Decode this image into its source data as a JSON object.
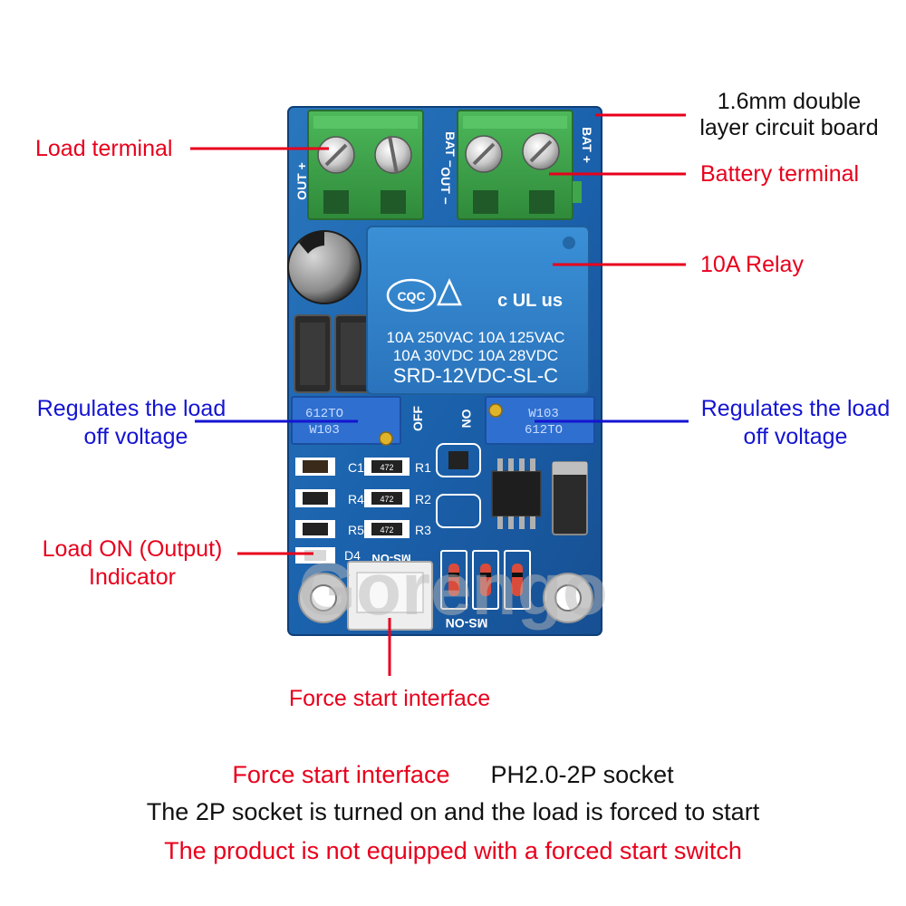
{
  "callouts": {
    "load_terminal": "Load terminal",
    "board_line1": "1.6mm double",
    "board_line2": "layer circuit board",
    "battery_terminal": "Battery terminal",
    "relay": "10A Relay",
    "reg_left_line1": "Regulates the load",
    "reg_left_line2": "off voltage",
    "reg_right_line1": "Regulates the load",
    "reg_right_line2": "off voltage",
    "load_on_line1": "Load ON (Output)",
    "load_on_line2": "Indicator",
    "force_start": "Force start interface"
  },
  "board": {
    "out_plus": "OUT +",
    "out_minus": "OUT −",
    "bat_minus": "BAT −",
    "bat_plus": "BAT +",
    "relay_cert_cqc": "CQC",
    "relay_cert_ul": "c UL us",
    "relay_line1": "10A 250VAC  10A 125VAC",
    "relay_line2": "10A  30VDC  10A  28VDC",
    "relay_model": "SRD-12VDC-SL-C",
    "pot_left_a": "612TO",
    "pot_left_b": "W103",
    "pot_right_a": "W103",
    "pot_right_b": "612TO",
    "off": "OFF",
    "on": "ON",
    "r1": "R1",
    "r2": "R2",
    "r3": "R3",
    "r4": "R4",
    "r5": "R5",
    "c1": "C1",
    "d4": "D4",
    "res_code": "472",
    "ms_on_top": "MS-ON",
    "ms_on_bottom": "MS-ON",
    "watermark": "Gorengo"
  },
  "footer": {
    "line1_red": "Force start interface",
    "line1_black": "PH2.0-2P socket",
    "line2": "The 2P socket is turned on and the load is forced to start",
    "line3": "The product is not equipped with a forced start switch"
  },
  "colors": {
    "annotation_red": "#e8001c",
    "annotation_blue": "#1414d2",
    "pcb_blue": "#1b5fa8",
    "terminal_green": "#3fa64a",
    "relay_blue": "#2c7fc8"
  }
}
